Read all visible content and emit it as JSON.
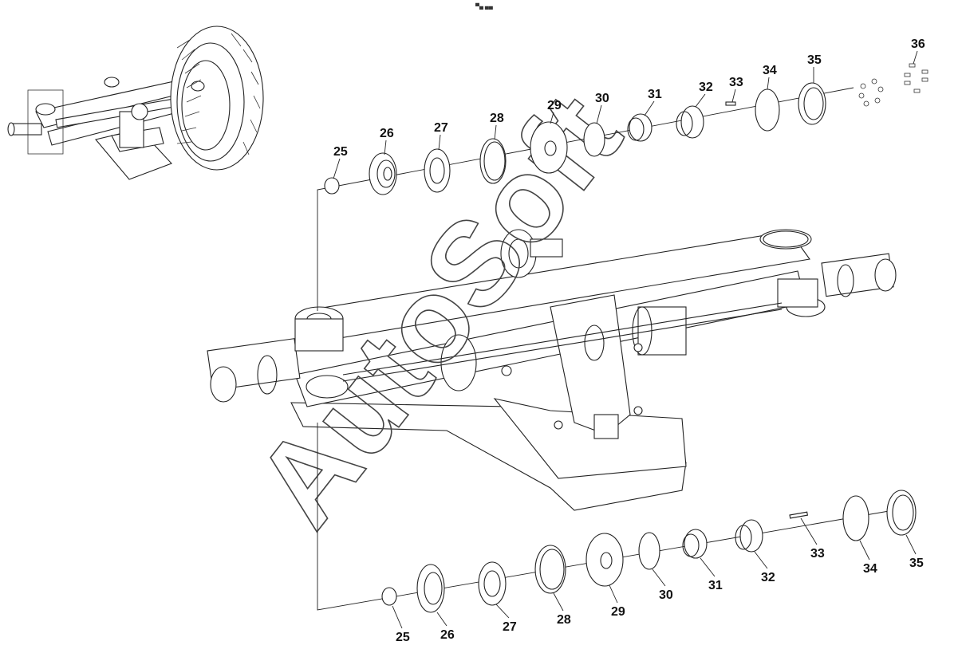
{
  "top_mark": "▀▄ ▄▄",
  "watermark": "AutoSoft",
  "labels_upper": [
    "25",
    "26",
    "27",
    "28",
    "29",
    "30",
    "31",
    "32",
    "33",
    "34",
    "35",
    "36"
  ],
  "labels_lower": [
    "25",
    "26",
    "27",
    "28",
    "29",
    "30",
    "31",
    "32",
    "33",
    "34",
    "35"
  ]
}
